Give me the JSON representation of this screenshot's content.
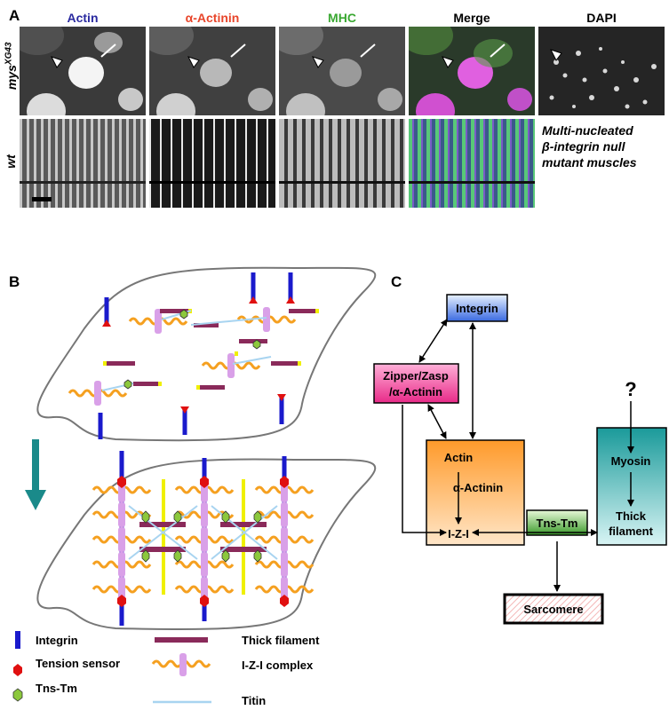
{
  "panel_a": {
    "letter": "A",
    "columns": [
      {
        "label": "Actin",
        "color": "#2a2aa0"
      },
      {
        "label": "α-Actinin",
        "color": "#e8452a"
      },
      {
        "label": "MHC",
        "color": "#3aa832"
      },
      {
        "label": "Merge",
        "color": "#000000"
      },
      {
        "label": "DAPI",
        "color": "#000000"
      }
    ],
    "row_labels": {
      "mutant_base": "mys",
      "mutant_sup": "XG43",
      "wild_type": "wt"
    },
    "caption_line1": "Multi-nucleated",
    "caption_line2": "β-integrin null",
    "caption_line3": "mutant muscles"
  },
  "panel_b": {
    "letter": "B",
    "legend": [
      {
        "label": "Integrin",
        "symbol": "integrin"
      },
      {
        "label": "Tension sensor",
        "symbol": "tension-sensor"
      },
      {
        "label": "Tns-Tm",
        "symbol": "tns-tm"
      },
      {
        "label": "Thick filament",
        "symbol": "thick-filament"
      },
      {
        "label": "I-Z-I complex",
        "symbol": "izi"
      },
      {
        "label": "Titin",
        "symbol": "titin"
      }
    ],
    "colors": {
      "integrin": "#1a1acc",
      "tension_sensor": "#e01010",
      "tns_tm": "#8cc83c",
      "thick_filament": "#8a2a5a",
      "izi_wave": "#f5a020",
      "izi_core": "#d9a0e8",
      "titin": "#a8d4f0",
      "yellow_band": "#f0f000",
      "arrow": "#1a8a8a"
    }
  },
  "panel_c": {
    "letter": "C",
    "nodes": {
      "integrin": "Integrin",
      "zipper_line1": "Zipper/Zasp",
      "zipper_line2": "/α-Actinin",
      "actin": "Actin",
      "alpha_actinin": "α-Actinin",
      "izi": "I-Z-I",
      "tns_tm": "Tns-Tm",
      "myosin": "Myosin",
      "thick_line1": "Thick",
      "thick_line2": "filament",
      "sarcomere": "Sarcomere",
      "question": "?"
    }
  }
}
